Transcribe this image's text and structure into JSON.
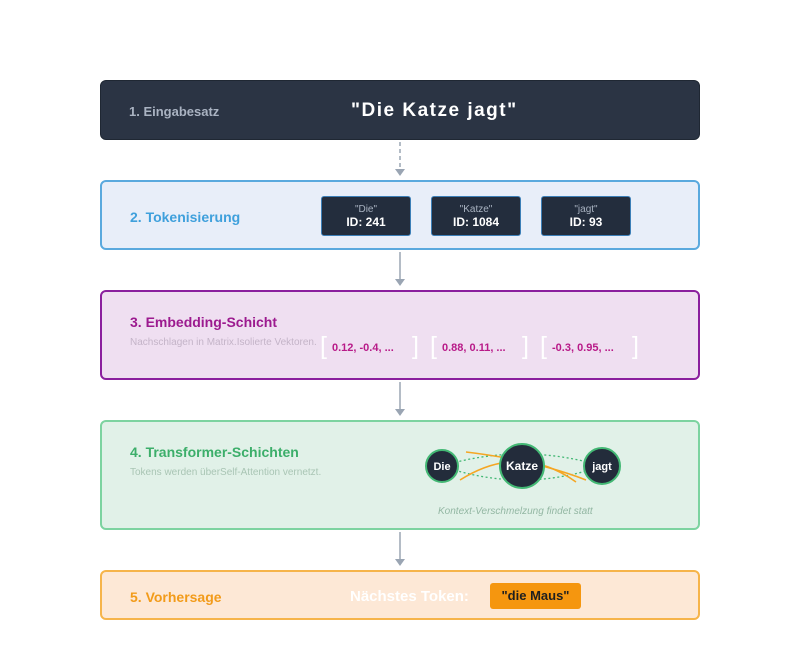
{
  "stages": {
    "input": {
      "title": "1. Eingabesatz",
      "sentence": "\"Die Katze jagt\""
    },
    "tokenization": {
      "title": "2. Tokenisierung",
      "tokens": [
        {
          "word": "\"Die\"",
          "id": "ID: 241"
        },
        {
          "word": "\"Katze\"",
          "id": "ID: 1084"
        },
        {
          "word": "\"jagt\"",
          "id": "ID: 93"
        }
      ]
    },
    "embedding": {
      "title": "3. Embedding-Schicht",
      "description": "Nachschlagen in Matrix.Isolierte Vektoren.",
      "vectors": [
        "0.12, -0.4, ...",
        "0.88, 0.11, ...",
        "-0.3, 0.95, ..."
      ]
    },
    "transformer": {
      "title": "4. Transformer-Schichten",
      "description": "Tokens werden überSelf-Attention vernetzt.",
      "nodes": [
        "Die",
        "Katze",
        "jagt"
      ],
      "caption": "Kontext-Verschmelzung findet statt"
    },
    "prediction": {
      "title": "5. Vorhersage",
      "label": "Nächstes Token:",
      "token": "\"die Maus\""
    }
  },
  "colors": {
    "input_bg": "#2b3444",
    "tokenization_border": "#5aa9de",
    "embedding_border": "#8b1f9e",
    "transformer_border": "#7dd3a0",
    "prediction_border": "#f6b44a",
    "attention_arc": "#f5a623",
    "connector": "#9aa5b3"
  }
}
